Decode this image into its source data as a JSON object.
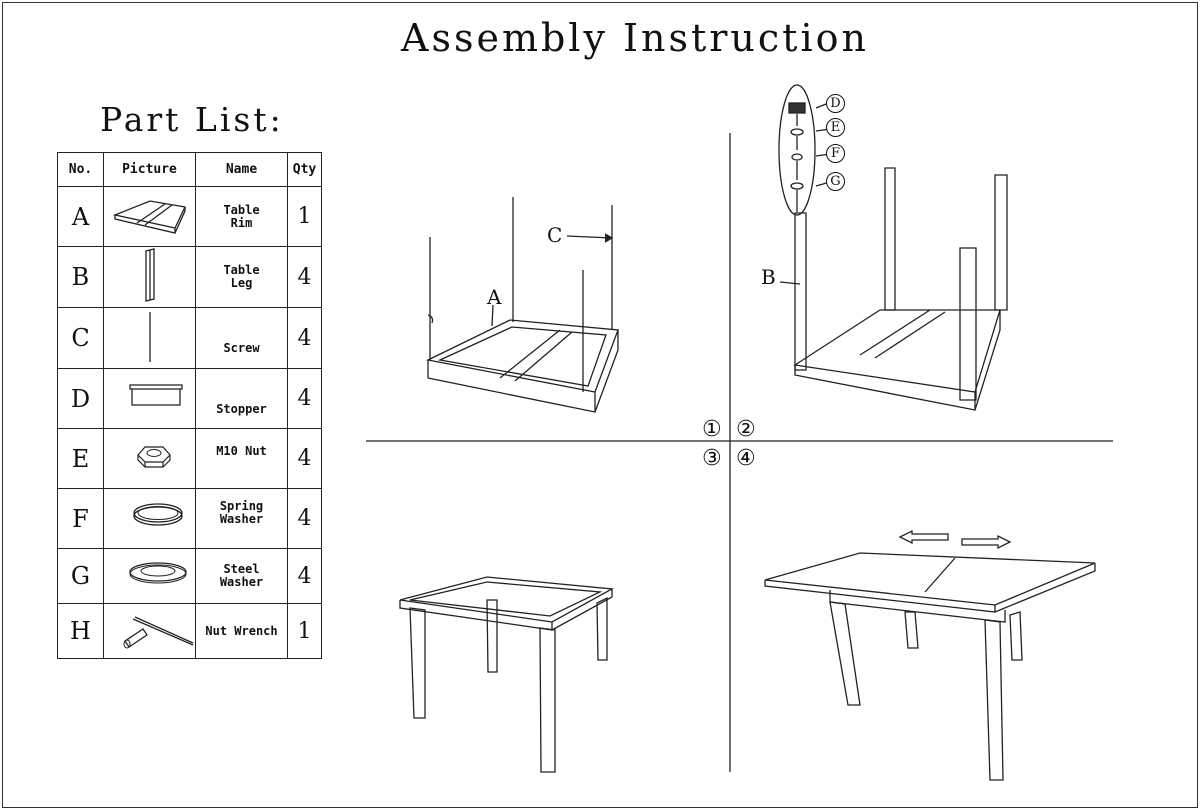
{
  "title": "Assembly Instruction",
  "part_list_title": "Part List:",
  "table": {
    "headers": [
      "No.",
      "Picture",
      "Name",
      "Qty"
    ],
    "rows": [
      {
        "no": "A",
        "name": "Table\nRim",
        "qty": "1",
        "icon": "table-rim"
      },
      {
        "no": "B",
        "name": "Table\nLeg",
        "qty": "4",
        "icon": "table-leg"
      },
      {
        "no": "C",
        "name": "Screw",
        "qty": "4",
        "icon": "screw"
      },
      {
        "no": "D",
        "name": "Stopper",
        "qty": "4",
        "icon": "stopper"
      },
      {
        "no": "E",
        "name": "M10 Nut",
        "qty": "4",
        "icon": "nut"
      },
      {
        "no": "F",
        "name": "Spring\nWasher",
        "qty": "4",
        "icon": "spring-washer"
      },
      {
        "no": "G",
        "name": "Steel\nWasher",
        "qty": "4",
        "icon": "steel-washer"
      },
      {
        "no": "H",
        "name": "Nut Wrench",
        "qty": "1",
        "icon": "nut-wrench"
      }
    ]
  },
  "steps": [
    "①",
    "②",
    "③",
    "④"
  ],
  "labels": {
    "a": "A",
    "b": "B",
    "c": "C",
    "d": "D",
    "e": "E",
    "f": "F",
    "g": "G"
  }
}
